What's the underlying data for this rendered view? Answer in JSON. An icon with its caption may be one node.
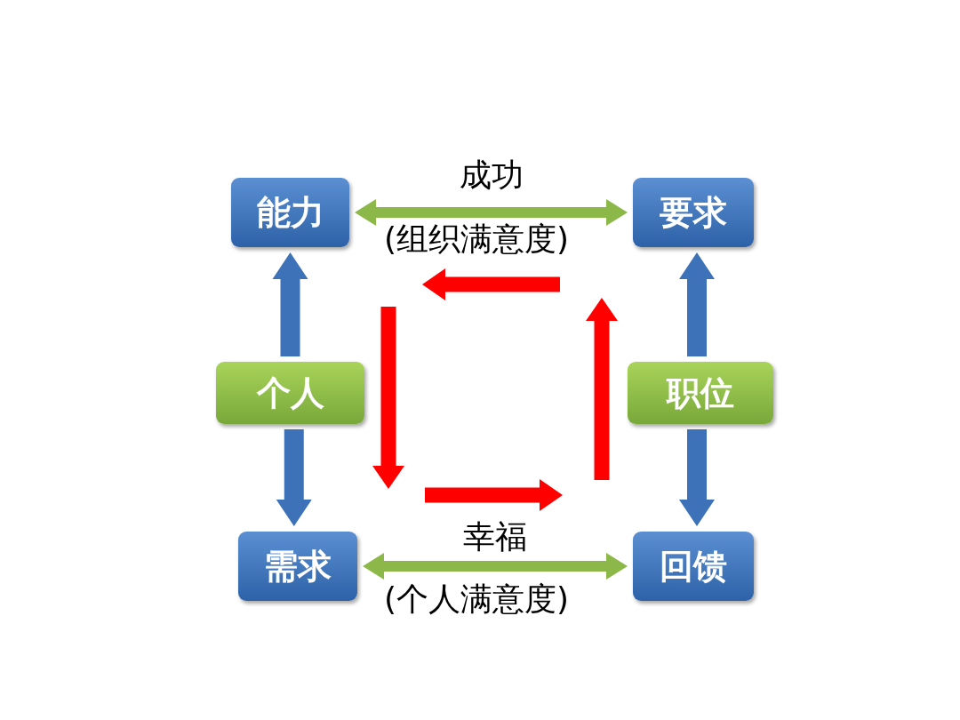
{
  "diagram": {
    "nodes": [
      {
        "text": [
          "能力"
        ]
      },
      {
        "text": [
          "要求"
        ]
      },
      {
        "text": [
          "个人"
        ]
      },
      {
        "text": [
          "职位"
        ]
      },
      {
        "text": [
          "需求"
        ]
      },
      {
        "text": [
          "回馈"
        ]
      }
    ],
    "edges": [
      {
        "from": 0,
        "to": 1,
        "arrow": "both",
        "label": "成功",
        "color": "#8cb84a"
      },
      {
        "from": 2,
        "to": 0,
        "arrow": "to"
      },
      {
        "from": 2,
        "to": 4,
        "arrow": "to"
      },
      {
        "from": 3,
        "to": 1,
        "arrow": "to"
      },
      {
        "from": 3,
        "to": 5,
        "arrow": "to"
      },
      {
        "from": 4,
        "to": 5,
        "arrow": "both",
        "label": "幸福",
        "color": "#8cb84a"
      }
    ],
    "labels": [
      "(组织满意度)",
      "(个人满意度)"
    ]
  }
}
